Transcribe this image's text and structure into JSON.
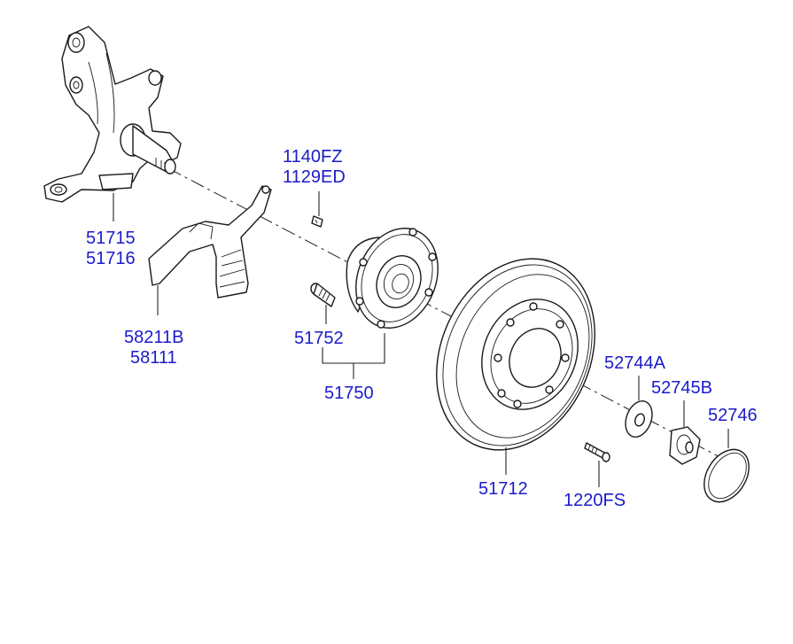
{
  "labels": {
    "knuckle_a": "51715",
    "knuckle_b": "51716",
    "dust_cover_a": "58211B",
    "dust_cover_b": "58111",
    "bolt_a": "1140FZ",
    "bolt_b": "1129ED",
    "hub_bolt": "51752",
    "hub_assy": "51750",
    "disc": "51712",
    "screw": "1220FS",
    "washer": "52744A",
    "nut": "52745B",
    "cap": "52746"
  },
  "colors": {
    "label": "#1b1bcc",
    "line": "#1a1a1a"
  }
}
